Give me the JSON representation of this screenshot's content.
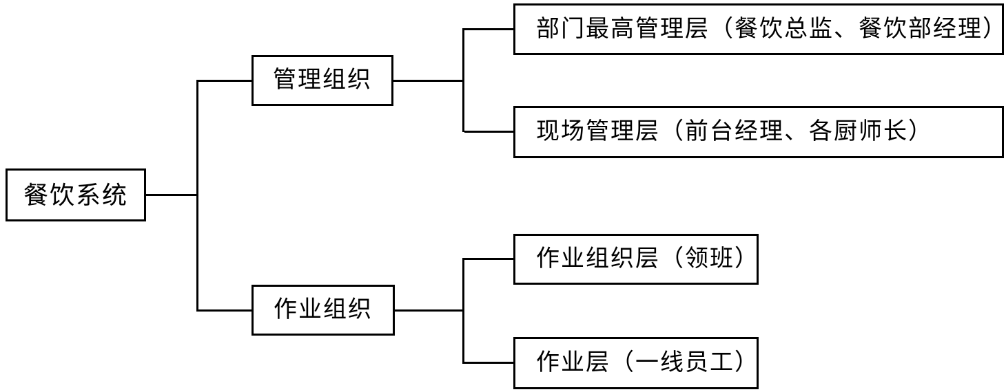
{
  "diagram": {
    "type": "organization-tree",
    "colors": {
      "background": "#ffffff",
      "line": "#000000",
      "text": "#000000",
      "node_border": "#000000"
    },
    "root": {
      "label": "餐饮系统"
    },
    "branches": [
      {
        "label": "管理组织",
        "children": [
          {
            "label": "部门最高管理层（餐饮总监、餐饮部经理）"
          },
          {
            "label": "现场管理层（前台经理、各厨师长）"
          }
        ]
      },
      {
        "label": "作业组织",
        "children": [
          {
            "label": "作业组织层（领班）"
          },
          {
            "label": "作业层（一线员工）"
          }
        ]
      }
    ]
  }
}
